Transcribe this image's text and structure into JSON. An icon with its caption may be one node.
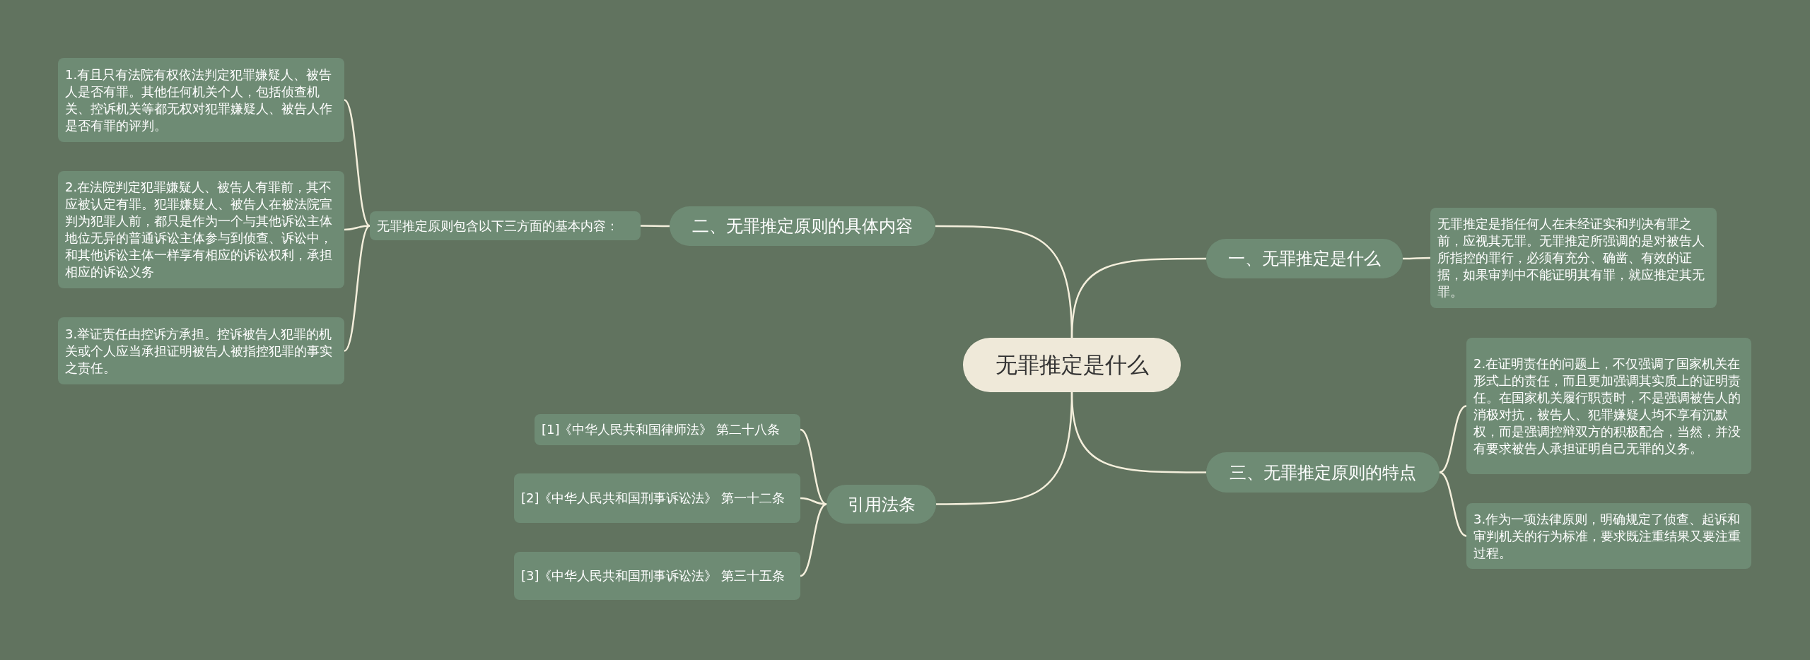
{
  "diagram": {
    "nodes": [
      {
        "text": [
          "无罪推定是什么"
        ]
      },
      {
        "text": [
          "一、无罪推定是什么"
        ]
      },
      {
        "text": [
          "无罪推定是指任何人在未经证实和判决有罪之前，应视其无罪。无罪推定所强调的是对被告人所指控的罪行，必须有充分、确凿、有效的证据，如果审判中不能证明其有罪，就应推定其无罪。"
        ]
      },
      {
        "text": [
          "二、无罪推定原则的具体内容"
        ]
      },
      {
        "text": [
          "无罪推定原则包含以下三方面的基本内容："
        ]
      },
      {
        "text": [
          "1.有且只有法院有权依法判定犯罪嫌疑人、被告人是否有罪。其他任何机关个人，包括侦查机关、控诉机关等都无权对犯罪嫌疑人、被告人作是否有罪的评判。"
        ]
      },
      {
        "text": [
          "2.在法院判定犯罪嫌疑人、被告人有罪前，其不应被认定有罪。犯罪嫌疑人、被告人在被法院宣判为犯罪人前，都只是作为一个与其他诉讼主体地位无异的普通诉讼主体参与到侦查、诉讼中，和其他诉讼主体一样享有相应的诉讼权利，承担相应的诉讼义务"
        ]
      },
      {
        "text": [
          "3.举证责任由控诉方承担。控诉被告人犯罪的机关或个人应当承担证明被告人被指控犯罪的事实之责任。"
        ]
      },
      {
        "text": [
          "三、无罪推定原则的特点"
        ]
      },
      {
        "text": [
          "2.在证明责任的问题上，不仅强调了国家机关在形式上的责任，而且更加强调其实质上的证明责任。在国家机关履行职责时，不是强调被告人的消极对抗，被告人、犯罪嫌疑人均不享有沉默权，而是强调控辩双方的积极配合，当然，并没有要求被告人承担证明自己无罪的义务。"
        ]
      },
      {
        "text": [
          "3.作为一项法律原则，明确规定了侦查、起诉和审判机关的行为标准，要求既注重结果又要注重过程。"
        ]
      },
      {
        "text": [
          "引用法条"
        ]
      },
      {
        "text": [
          "[1]《中华人民共和国律师法》 第二十八条"
        ]
      },
      {
        "text": [
          "[2]《中华人民共和国刑事诉讼法》 第一十二条"
        ]
      },
      {
        "text": [
          "[3]《中华人民共和国刑事诉讼法》 第三十五条"
        ]
      }
    ],
    "edges": [
      {
        "from": 0,
        "to": 1,
        "arrow": "none"
      },
      {
        "from": 1,
        "to": 2,
        "arrow": "none"
      },
      {
        "from": 0,
        "to": 3,
        "arrow": "none"
      },
      {
        "from": 3,
        "to": 4,
        "arrow": "none"
      },
      {
        "from": 4,
        "to": 5,
        "arrow": "none"
      },
      {
        "from": 4,
        "to": 6,
        "arrow": "none"
      },
      {
        "from": 4,
        "to": 7,
        "arrow": "none"
      },
      {
        "from": 0,
        "to": 8,
        "arrow": "none"
      },
      {
        "from": 8,
        "to": 9,
        "arrow": "none"
      },
      {
        "from": 8,
        "to": 10,
        "arrow": "none"
      },
      {
        "from": 0,
        "to": 11,
        "arrow": "none"
      },
      {
        "from": 11,
        "to": 12,
        "arrow": "none"
      },
      {
        "from": 11,
        "to": 13,
        "arrow": "none"
      },
      {
        "from": 11,
        "to": 14,
        "arrow": "none"
      }
    ]
  }
}
